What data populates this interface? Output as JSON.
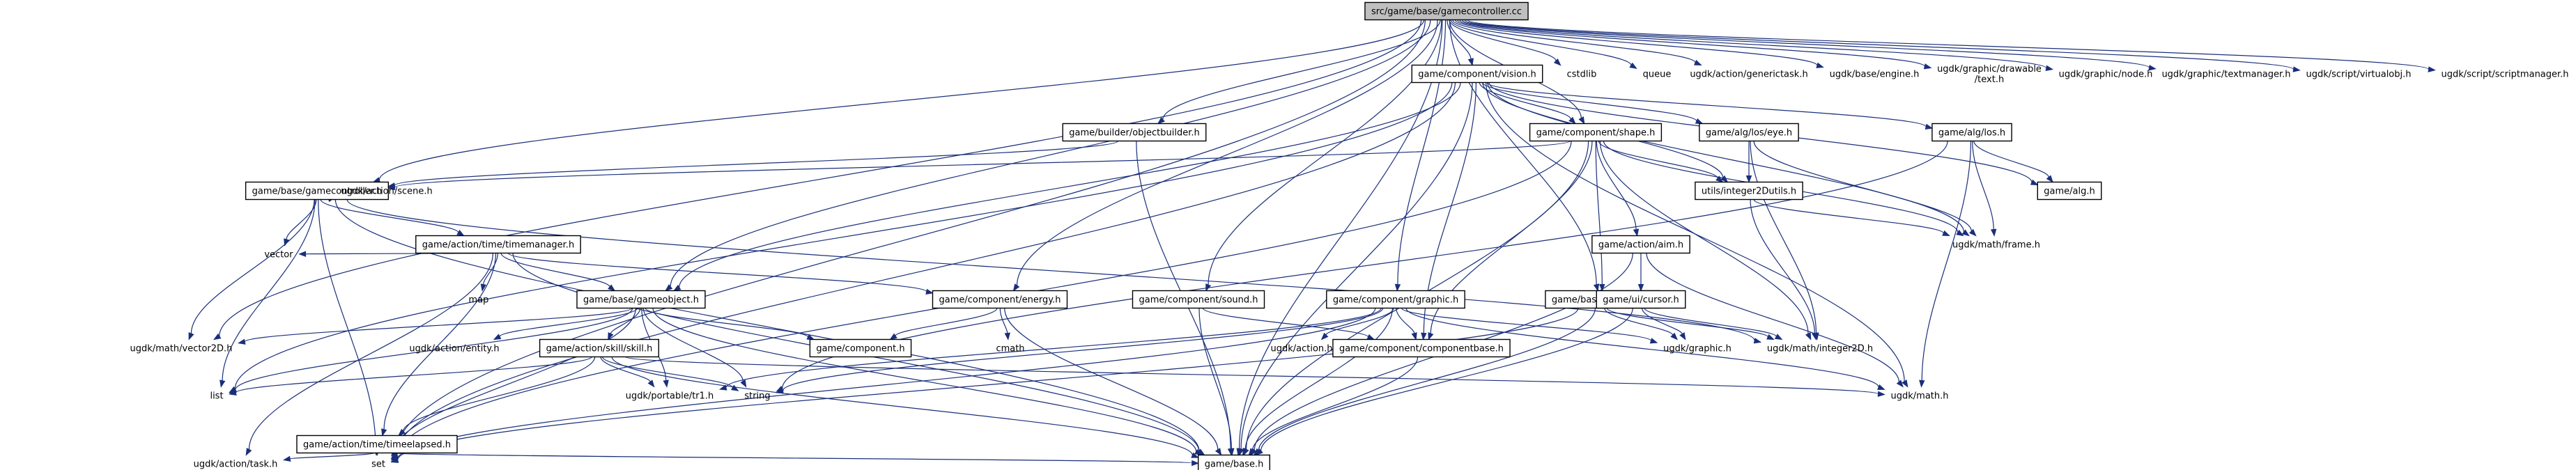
{
  "graph": {
    "title": "src/game/base/gamecontroller.cc",
    "nodes": [
      {
        "id": "root",
        "label": [
          "src/game/base/gamecontroller.cc"
        ],
        "root": true
      },
      {
        "id": "vision",
        "label": [
          "game/component/vision.h"
        ]
      },
      {
        "id": "cstdlib",
        "label": [
          "cstdlib"
        ],
        "plain": true
      },
      {
        "id": "queue",
        "label": [
          "queue"
        ],
        "plain": true
      },
      {
        "id": "generictask",
        "label": [
          "ugdk/action/generictask.h"
        ],
        "plain": true
      },
      {
        "id": "engine",
        "label": [
          "ugdk/base/engine.h"
        ],
        "plain": true
      },
      {
        "id": "drawable_text",
        "label": [
          "ugdk/graphic/drawable",
          "/text.h"
        ],
        "plain": true
      },
      {
        "id": "node",
        "label": [
          "ugdk/graphic/node.h"
        ],
        "plain": true
      },
      {
        "id": "textmanager",
        "label": [
          "ugdk/graphic/textmanager.h"
        ],
        "plain": true
      },
      {
        "id": "virtualobj",
        "label": [
          "ugdk/script/virtualobj.h"
        ],
        "plain": true
      },
      {
        "id": "scriptmanager",
        "label": [
          "ugdk/script/scriptmanager.h"
        ],
        "plain": true
      },
      {
        "id": "objectbuilder",
        "label": [
          "game/builder/objectbuilder.h"
        ]
      },
      {
        "id": "shape",
        "label": [
          "game/component/shape.h"
        ]
      },
      {
        "id": "eye",
        "label": [
          "game/alg/los/eye.h"
        ]
      },
      {
        "id": "los",
        "label": [
          "game/alg/los.h"
        ]
      },
      {
        "id": "gamecontroller_h",
        "label": [
          "game/base/gamecontroller.h"
        ]
      },
      {
        "id": "integer2dutils",
        "label": [
          "utils/integer2Dutils.h"
        ]
      },
      {
        "id": "alg",
        "label": [
          "game/alg.h"
        ]
      },
      {
        "id": "scene",
        "label": [
          "ugdk/action/scene.h"
        ],
        "plain": true
      },
      {
        "id": "timemanager",
        "label": [
          "game/action/time/timemanager.h"
        ]
      },
      {
        "id": "frame",
        "label": [
          "ugdk/math/frame.h"
        ],
        "plain": true
      },
      {
        "id": "aim",
        "label": [
          "game/action/aim.h"
        ]
      },
      {
        "id": "vector",
        "label": [
          "vector"
        ],
        "plain": true
      },
      {
        "id": "map",
        "label": [
          "map"
        ],
        "plain": true
      },
      {
        "id": "energy",
        "label": [
          "game/component/energy.h"
        ]
      },
      {
        "id": "sound",
        "label": [
          "game/component/sound.h"
        ]
      },
      {
        "id": "graphic_comp",
        "label": [
          "game/component/graphic.h"
        ]
      },
      {
        "id": "gametile",
        "label": [
          "game/base/gametile.h"
        ]
      },
      {
        "id": "cursor",
        "label": [
          "game/ui/cursor.h"
        ]
      },
      {
        "id": "gameobject",
        "label": [
          "game/base/gameobject.h"
        ]
      },
      {
        "id": "cmath",
        "label": [
          "cmath"
        ],
        "plain": true
      },
      {
        "id": "vector2d",
        "label": [
          "ugdk/math/vector2D.h"
        ],
        "plain": true
      },
      {
        "id": "entity",
        "label": [
          "ugdk/action/entity.h"
        ],
        "plain": true
      },
      {
        "id": "skill",
        "label": [
          "game/action/skill/skill.h"
        ]
      },
      {
        "id": "component_h",
        "label": [
          "game/component.h"
        ]
      },
      {
        "id": "action_h",
        "label": [
          "ugdk/action.h"
        ],
        "plain": true
      },
      {
        "id": "componentbase",
        "label": [
          "game/component/componentbase.h"
        ]
      },
      {
        "id": "ugdk_graphic",
        "label": [
          "ugdk/graphic.h"
        ],
        "plain": true
      },
      {
        "id": "integer2d",
        "label": [
          "ugdk/math/integer2D.h"
        ],
        "plain": true
      },
      {
        "id": "list",
        "label": [
          "list"
        ],
        "plain": true
      },
      {
        "id": "portable_tr1",
        "label": [
          "ugdk/portable/tr1.h"
        ],
        "plain": true
      },
      {
        "id": "string",
        "label": [
          "string"
        ],
        "plain": true
      },
      {
        "id": "ugdk_math",
        "label": [
          "ugdk/math.h"
        ],
        "plain": true
      },
      {
        "id": "timeelapsed",
        "label": [
          "game/action/time/timeelapsed.h"
        ]
      },
      {
        "id": "task",
        "label": [
          "ugdk/action/task.h"
        ],
        "plain": true
      },
      {
        "id": "set",
        "label": [
          "set"
        ],
        "plain": true
      },
      {
        "id": "base_h",
        "label": [
          "game/base.h"
        ]
      }
    ],
    "edges": [
      [
        "root",
        "vision"
      ],
      [
        "root",
        "cstdlib"
      ],
      [
        "root",
        "queue"
      ],
      [
        "root",
        "generictask"
      ],
      [
        "root",
        "engine"
      ],
      [
        "root",
        "drawable_text"
      ],
      [
        "root",
        "node"
      ],
      [
        "root",
        "textmanager"
      ],
      [
        "root",
        "virtualobj"
      ],
      [
        "root",
        "scriptmanager"
      ],
      [
        "root",
        "objectbuilder"
      ],
      [
        "root",
        "shape"
      ],
      [
        "root",
        "gamecontroller_h"
      ],
      [
        "root",
        "gameobject"
      ],
      [
        "root",
        "energy"
      ],
      [
        "root",
        "sound"
      ],
      [
        "root",
        "graphic_comp"
      ],
      [
        "root",
        "gametile"
      ],
      [
        "root",
        "vector2d"
      ],
      [
        "root",
        "set"
      ],
      [
        "root",
        "base_h"
      ],
      [
        "vision",
        "shape"
      ],
      [
        "vision",
        "eye"
      ],
      [
        "vision",
        "los"
      ],
      [
        "vision",
        "integer2dutils"
      ],
      [
        "vision",
        "alg"
      ],
      [
        "vision",
        "frame"
      ],
      [
        "vision",
        "gameobject"
      ],
      [
        "vision",
        "componentbase"
      ],
      [
        "vision",
        "list"
      ],
      [
        "vision",
        "set"
      ],
      [
        "vision",
        "base_h"
      ],
      [
        "vision",
        "ugdk_math"
      ],
      [
        "objectbuilder",
        "gamecontroller_h"
      ],
      [
        "objectbuilder",
        "base_h"
      ],
      [
        "shape",
        "gamecontroller_h"
      ],
      [
        "shape",
        "integer2dutils"
      ],
      [
        "shape",
        "aim"
      ],
      [
        "shape",
        "gametile"
      ],
      [
        "shape",
        "componentbase"
      ],
      [
        "shape",
        "frame"
      ],
      [
        "shape",
        "integer2d"
      ],
      [
        "shape",
        "set"
      ],
      [
        "shape",
        "base_h"
      ],
      [
        "eye",
        "integer2dutils"
      ],
      [
        "eye",
        "frame"
      ],
      [
        "eye",
        "integer2d"
      ],
      [
        "los",
        "alg"
      ],
      [
        "los",
        "frame"
      ],
      [
        "los",
        "ugdk_math"
      ],
      [
        "los",
        "string"
      ],
      [
        "integer2dutils",
        "integer2d"
      ],
      [
        "integer2dutils",
        "frame"
      ],
      [
        "gamecontroller_h",
        "scene"
      ],
      [
        "gamecontroller_h",
        "timemanager"
      ],
      [
        "gamecontroller_h",
        "vector"
      ],
      [
        "gamecontroller_h",
        "vector2d"
      ],
      [
        "gamecontroller_h",
        "list"
      ],
      [
        "gamecontroller_h",
        "set"
      ],
      [
        "gamecontroller_h",
        "base_h"
      ],
      [
        "gamecontroller_h",
        "integer2d"
      ],
      [
        "timemanager",
        "gameobject"
      ],
      [
        "timemanager",
        "energy"
      ],
      [
        "timemanager",
        "vector"
      ],
      [
        "timemanager",
        "map"
      ],
      [
        "timemanager",
        "timeelapsed"
      ],
      [
        "timemanager",
        "task"
      ],
      [
        "timemanager",
        "base_h"
      ],
      [
        "aim",
        "cursor"
      ],
      [
        "aim",
        "ugdk_math"
      ],
      [
        "aim",
        "base_h"
      ],
      [
        "energy",
        "component_h"
      ],
      [
        "energy",
        "cmath"
      ],
      [
        "energy",
        "base_h"
      ],
      [
        "sound",
        "componentbase"
      ],
      [
        "sound",
        "base_h"
      ],
      [
        "graphic_comp",
        "componentbase"
      ],
      [
        "graphic_comp",
        "action_h"
      ],
      [
        "graphic_comp",
        "ugdk_graphic"
      ],
      [
        "graphic_comp",
        "portable_tr1"
      ],
      [
        "graphic_comp",
        "string"
      ],
      [
        "graphic_comp",
        "ugdk_math"
      ],
      [
        "graphic_comp",
        "set"
      ],
      [
        "graphic_comp",
        "base_h"
      ],
      [
        "gametile",
        "ugdk_graphic"
      ],
      [
        "gametile",
        "integer2d"
      ],
      [
        "gametile",
        "set"
      ],
      [
        "gametile",
        "base_h"
      ],
      [
        "cursor",
        "ugdk_graphic"
      ],
      [
        "cursor",
        "integer2d"
      ],
      [
        "cursor",
        "base_h"
      ],
      [
        "gameobject",
        "vector2d"
      ],
      [
        "gameobject",
        "entity"
      ],
      [
        "gameobject",
        "skill"
      ],
      [
        "gameobject",
        "component_h"
      ],
      [
        "gameobject",
        "list"
      ],
      [
        "gameobject",
        "portable_tr1"
      ],
      [
        "gameobject",
        "string"
      ],
      [
        "gameobject",
        "set"
      ],
      [
        "gameobject",
        "base_h"
      ],
      [
        "skill",
        "timeelapsed"
      ],
      [
        "skill",
        "list"
      ],
      [
        "skill",
        "portable_tr1"
      ],
      [
        "skill",
        "string"
      ],
      [
        "skill",
        "ugdk_math"
      ],
      [
        "skill",
        "base_h"
      ],
      [
        "componentbase",
        "base_h"
      ],
      [
        "timeelapsed",
        "task"
      ],
      [
        "timeelapsed",
        "set"
      ],
      [
        "timeelapsed",
        "base_h"
      ]
    ]
  }
}
